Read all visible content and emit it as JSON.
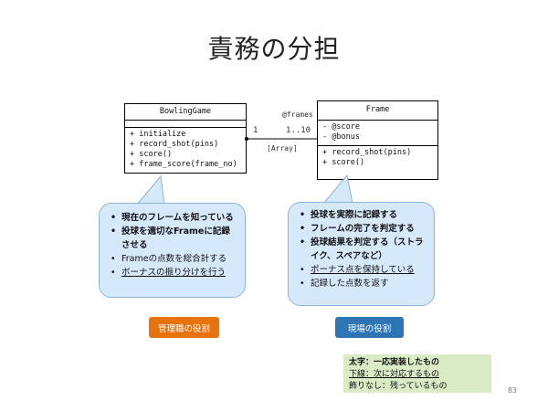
{
  "title": "責務の分担",
  "diagram": {
    "bowling_class": {
      "name": "BowlingGame",
      "attributes": [],
      "operations": [
        "+ initialize",
        "+ record_shot(pins)",
        "+ score()",
        "+ frame_score(frame_no)"
      ]
    },
    "frame_class": {
      "name": "Frame",
      "attributes": [
        "- @score",
        "- @bonus"
      ],
      "operations": [
        "+ record_shot(pins)",
        "+ score()"
      ]
    },
    "association": {
      "role": "@frames",
      "left_multiplicity": "1",
      "right_multiplicity": "1..10",
      "type": "[Array]"
    }
  },
  "left_callout": [
    {
      "text": "現在のフレームを知っている",
      "style": "bold"
    },
    {
      "text": "投球を適切なFrameに記録させる",
      "style": "bold"
    },
    {
      "text": "Frameの点数を総合計する",
      "style": "plain"
    },
    {
      "text": "ボーナスの振り分けを行う",
      "style": "underline"
    }
  ],
  "right_callout": [
    {
      "text": "投球を実際に記録する",
      "style": "bold"
    },
    {
      "text": "フレームの完了を判定する",
      "style": "bold"
    },
    {
      "text": "投球結果を判定する（ストライク、スペアなど）",
      "style": "bold"
    },
    {
      "text": "ボーナス点を保持している",
      "style": "underline"
    },
    {
      "text": "記録した点数を返す",
      "style": "plain"
    }
  ],
  "left_badge": {
    "label": "管理職の役割",
    "color": "#e8730c"
  },
  "right_badge": {
    "label": "現場の役割",
    "color": "#2e75b6"
  },
  "legend": {
    "line1": "太字：一応実装したもの",
    "line2": "下線：次に対応するもの",
    "line3": "飾りなし：残っているもの"
  },
  "page_number": "83",
  "colors": {
    "callout_fill": "#d6e9fb",
    "legend_fill": "#d9ecc6"
  }
}
